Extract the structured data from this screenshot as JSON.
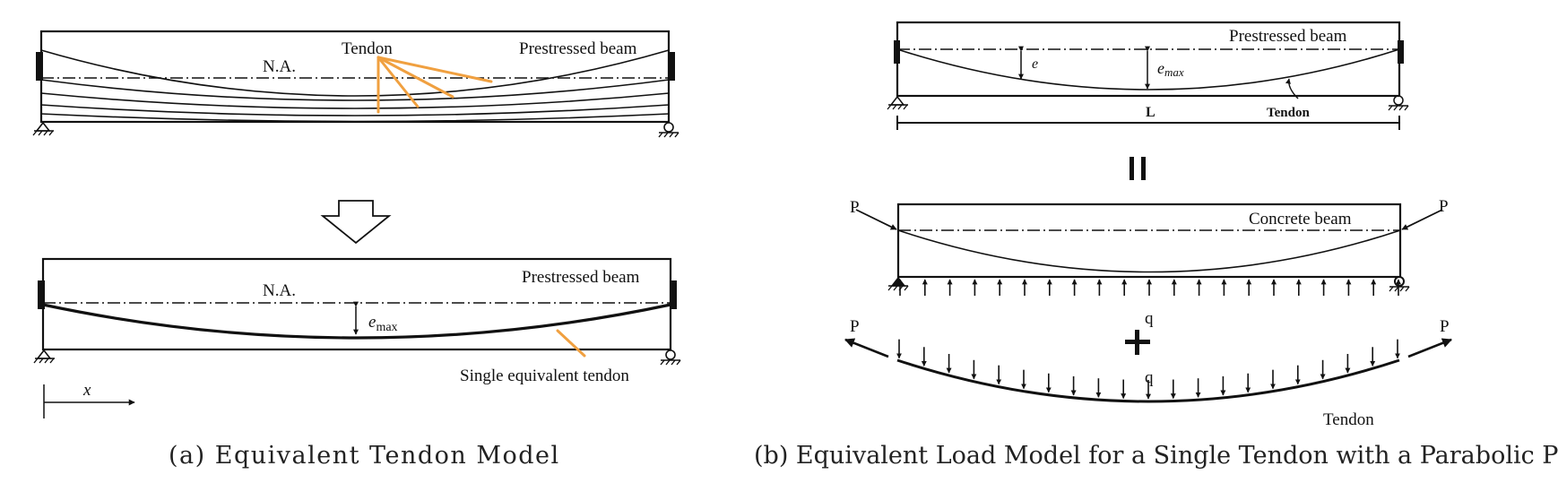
{
  "panel_a": {
    "top": {
      "beam_label": "Prestressed beam",
      "na_label": "N.A.",
      "tendon_label": "Tendon"
    },
    "bottom": {
      "beam_label": "Prestressed beam",
      "na_label": "N.A.",
      "emax_e": "e",
      "emax_sub": "max",
      "tendon_label": "Single equivalent tendon",
      "x_label": "x"
    },
    "caption": "(a) Equivalent Tendon Model"
  },
  "panel_b": {
    "top": {
      "beam_label": "Prestressed beam",
      "e_label": "e",
      "emax_e": "e",
      "emax_sub": "max",
      "span_label": "L",
      "tendon_label": "Tendon"
    },
    "equals_sign": "=",
    "middle": {
      "beam_label": "Concrete beam",
      "p_left": "P",
      "p_right": "P"
    },
    "plus_sign": "+",
    "bottom": {
      "p_left": "P",
      "p_right": "P",
      "q_top": "q",
      "q_bottom": "q",
      "tendon_label": "Tendon"
    },
    "caption": "(b) Equivalent Load Model for a Single Tendon with a Parabolic Profile"
  },
  "colors": {
    "line": "#111111",
    "pointer": "#f0a040",
    "background": "#ffffff"
  }
}
